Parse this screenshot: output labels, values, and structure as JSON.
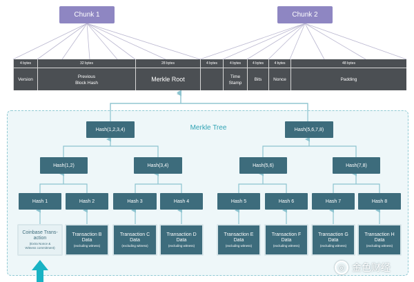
{
  "chunks": [
    "Chunk 1",
    "Chunk 2"
  ],
  "header": {
    "cells": [
      {
        "size": "4 bytes",
        "label": "Version"
      },
      {
        "size": "32 bytes",
        "label": "Previous\nBlock Hash"
      },
      {
        "size": "28 bytes",
        "label": "Merkle Root"
      },
      {
        "size": "4 bytes",
        "label": ""
      },
      {
        "size": "4 bytes",
        "label": "Time\nStamp"
      },
      {
        "size": "4 bytes",
        "label": "Bits"
      },
      {
        "size": "4 bytes",
        "label": "Nonce"
      },
      {
        "size": "48 bytes",
        "label": "Padding"
      }
    ]
  },
  "tree": {
    "title": "Merkle Tree",
    "level1": [
      "Hash(1,2,3,4)",
      "Hash(5,6,7,8)"
    ],
    "level2": [
      "Hash(1,2)",
      "Hash(3,4)",
      "Hash(5,6)",
      "Hash(7,8)"
    ],
    "level3": [
      "Hash 1",
      "Hash 2",
      "Hash 3",
      "Hash 4",
      "Hash 5",
      "Hash 6",
      "Hash 7",
      "Hash 8"
    ],
    "leaves": [
      {
        "title": "Coinbase Trans-\naction",
        "sub": "(Extra Nonce &\nWitness commitment)"
      },
      {
        "title": "Transaction B\nData",
        "sub": "(excluding witness)"
      },
      {
        "title": "Transaction C\nData",
        "sub": "(excluding witness)"
      },
      {
        "title": "Transaction D\nData",
        "sub": "(excluding witness)"
      },
      {
        "title": "Transaction E\nData",
        "sub": "(excluding witness)"
      },
      {
        "title": "Transaction F\nData",
        "sub": "(excluding witness)"
      },
      {
        "title": "Transaction G\nData",
        "sub": "(excluding witness)"
      },
      {
        "title": "Transaction H\nData",
        "sub": "(excluding witness)"
      }
    ]
  },
  "watermark": {
    "text": "金色财经",
    "icon": "coin-logo-icon"
  },
  "colors": {
    "node": "#3d6c7c",
    "connector": "#8cc3cf",
    "chunk": "#8e86c2",
    "header": "#4b4f53",
    "tree_bg": "#eef7f9",
    "arrow": "#19b3c4"
  }
}
